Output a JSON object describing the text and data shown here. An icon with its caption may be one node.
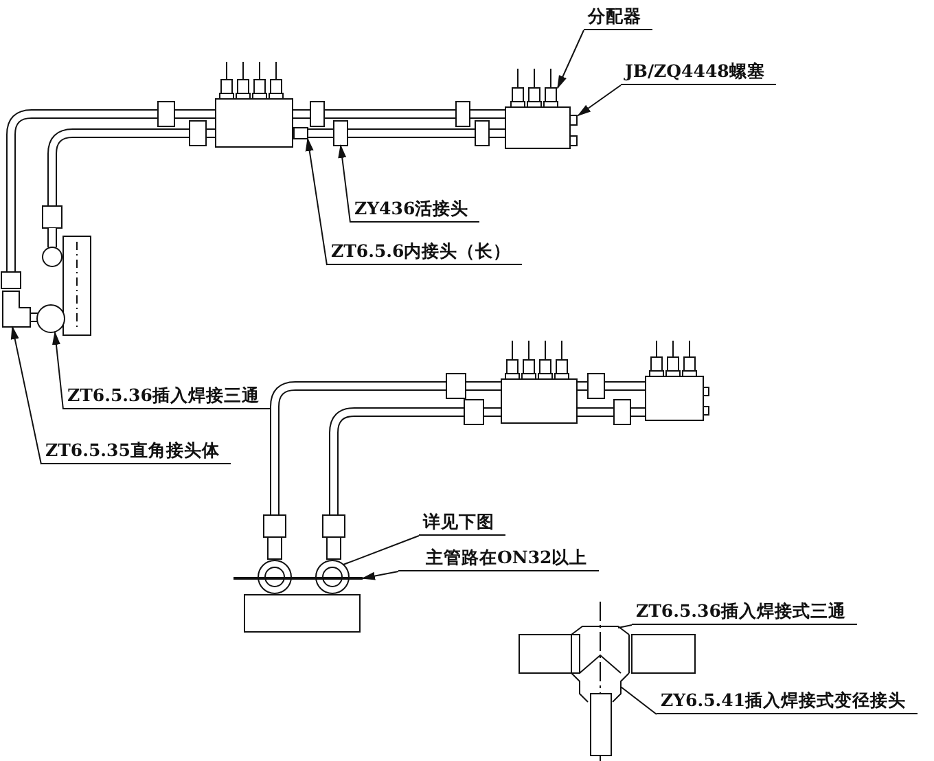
{
  "diagram": {
    "nodes": [
      {
        "text": [
          "分配器"
        ]
      },
      {
        "text": [],
        "shape": "box"
      },
      {
        "text": [
          "JB/ZQ4448螺塞"
        ]
      },
      {
        "text": [],
        "shape": "box"
      },
      {
        "text": [
          "ZY436活接头"
        ]
      },
      {
        "text": [],
        "shape": "box"
      },
      {
        "text": [
          "ZT6.5.6内接头（长）"
        ]
      },
      {
        "text": [],
        "shape": "box"
      },
      {
        "text": [
          "ZT6.5.36插入焊接三通"
        ]
      },
      {
        "text": [],
        "shape": "circle"
      },
      {
        "text": [
          "ZT6.5.35直角接头体"
        ]
      },
      {
        "text": [],
        "shape": "picture"
      },
      {
        "text": [
          "详见下图"
        ]
      },
      {
        "text": [],
        "shape": "circle"
      },
      {
        "text": [
          "主管路在ON32以上"
        ]
      },
      {
        "text": [],
        "shape": "bar"
      },
      {
        "text": [
          "ZT6.5.36插入焊接式三通"
        ]
      },
      {
        "text": [],
        "shape": "picture"
      },
      {
        "text": [
          "ZY6.5.41插入焊接式变径接头"
        ]
      },
      {
        "text": [],
        "shape": "box"
      }
    ],
    "edges": [
      {
        "from": 0,
        "to": 1,
        "arrow": "to"
      },
      {
        "from": 2,
        "to": 3,
        "arrow": "to"
      },
      {
        "from": 4,
        "to": 5,
        "arrow": "to"
      },
      {
        "from": 6,
        "to": 7,
        "arrow": "to"
      },
      {
        "from": 8,
        "to": 9,
        "arrow": "to"
      },
      {
        "from": 10,
        "to": 11,
        "arrow": "to"
      },
      {
        "from": 12,
        "to": 13,
        "arrow": "none"
      },
      {
        "from": 14,
        "to": 15,
        "arrow": "to"
      },
      {
        "from": 16,
        "to": 17,
        "arrow": "none"
      },
      {
        "from": 18,
        "to": 19,
        "arrow": "none"
      }
    ]
  }
}
